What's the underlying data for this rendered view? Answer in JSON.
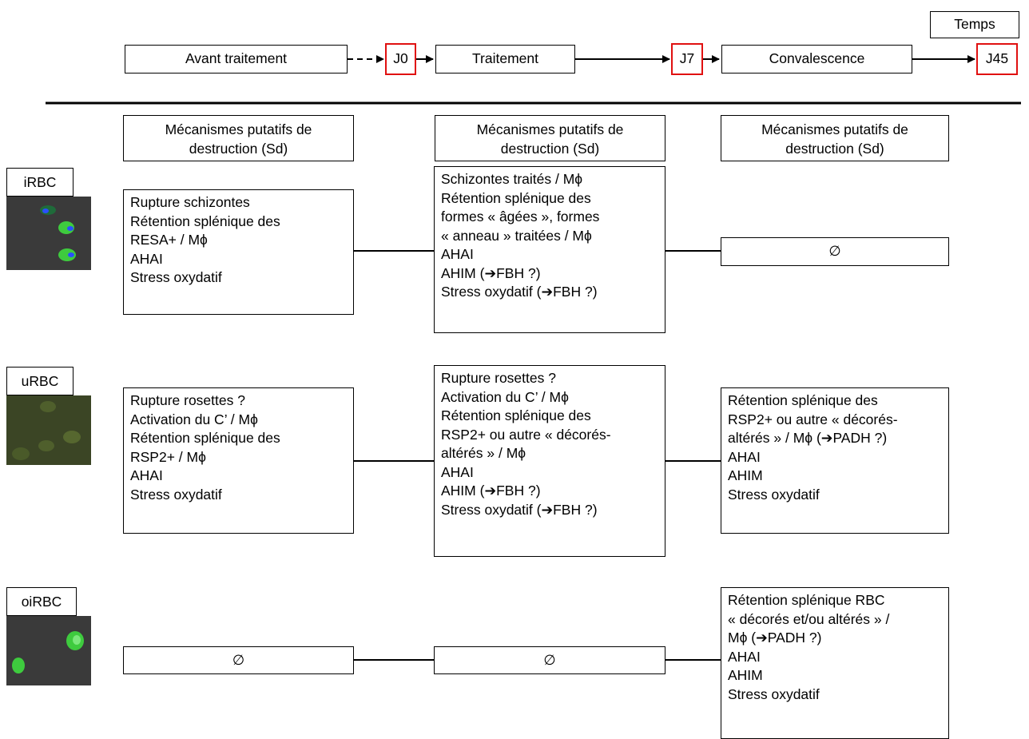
{
  "timeline": {
    "time_label": "Temps",
    "stages": [
      "Avant traitement",
      "Traitement",
      "Convalescence"
    ],
    "markers": [
      "J0",
      "J7",
      "J45"
    ]
  },
  "headers": [
    [
      "Mécanismes  putatifs de",
      "destruction (Sd)"
    ],
    [
      "Mécanismes putatifs de",
      "destruction (Sd)"
    ],
    [
      "Mécanismes putatifs de",
      "destruction (Sd)"
    ]
  ],
  "rows": [
    {
      "label": "iRBC",
      "cells": [
        [
          "Rupture schizontes",
          "Rétention splénique des",
          "RESA+ / Mϕ",
          "AHAI",
          "Stress oxydatif"
        ],
        [
          "Schizontes traités / Mϕ",
          "Rétention splénique des",
          "formes « âgées », formes",
          "« anneau » traitées / Mϕ",
          "AHAI",
          "AHIM (➔FBH ?)",
          "Stress oxydatif (➔FBH ?)"
        ],
        [
          "∅"
        ]
      ]
    },
    {
      "label": "uRBC",
      "cells": [
        [
          "Rupture rosettes ?",
          "Activation du C’ / Mϕ",
          "Rétention splénique des",
          "RSP2+ / Mϕ",
          "AHAI",
          "Stress oxydatif"
        ],
        [
          "Rupture rosettes ?",
          "Activation du C’ / Mϕ",
          "Rétention splénique des",
          "RSP2+ ou autre « décorés-",
          "altérés » / Mϕ",
          "AHAI",
          "AHIM (➔FBH ?)",
          "Stress oxydatif (➔FBH ?)"
        ],
        [
          "Rétention splénique des",
          "RSP2+ ou autre « décorés-",
          "altérés » / Mϕ (➔PADH ?)",
          "AHAI",
          "AHIM",
          "Stress oxydatif"
        ]
      ]
    },
    {
      "label": "oiRBC",
      "cells": [
        [
          "∅"
        ],
        [
          "∅"
        ],
        [
          "Rétention splénique RBC",
          "« décorés et/ou altérés » /",
          "Mϕ (➔PADH ?)",
          "AHAI",
          "AHIM",
          "Stress oxydatif"
        ]
      ]
    }
  ],
  "colors": {
    "marker_border": "#e01010",
    "thumb_bg": "#3a3a3a",
    "cell_green": "#3ecb3e",
    "nucleus_blue": "#2b4fff"
  }
}
